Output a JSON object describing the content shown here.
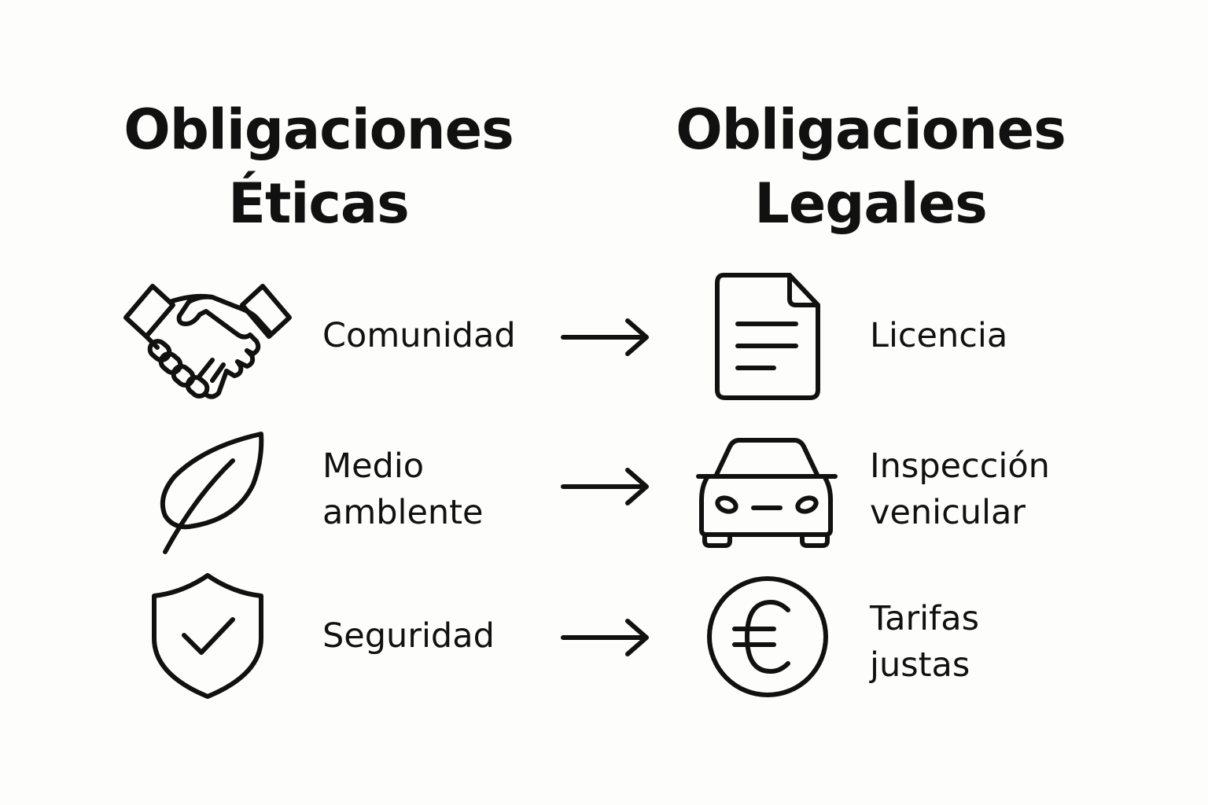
{
  "headings": {
    "ethical": [
      "Obligaciones",
      "Éticas"
    ],
    "legal": [
      "Obligaciones",
      "Legales"
    ]
  },
  "rows": [
    {
      "ethical": {
        "icon": "handshake-icon",
        "label": [
          "Comunidad"
        ]
      },
      "legal": {
        "icon": "document-icon",
        "label": [
          "Licencia"
        ]
      }
    },
    {
      "ethical": {
        "icon": "leaf-icon",
        "label": [
          "Medio",
          "amblente"
        ]
      },
      "legal": {
        "icon": "car-icon",
        "label": [
          "Inspección",
          "venicular"
        ]
      }
    },
    {
      "ethical": {
        "icon": "shield-check-icon",
        "label": [
          "Seguridad"
        ]
      },
      "legal": {
        "icon": "euro-coin-icon",
        "label": [
          "Tarifas",
          "justas"
        ]
      }
    }
  ],
  "arrow_icon": "arrow-right-icon",
  "colors": {
    "background": "#fdfdfb",
    "ink": "#111111"
  }
}
